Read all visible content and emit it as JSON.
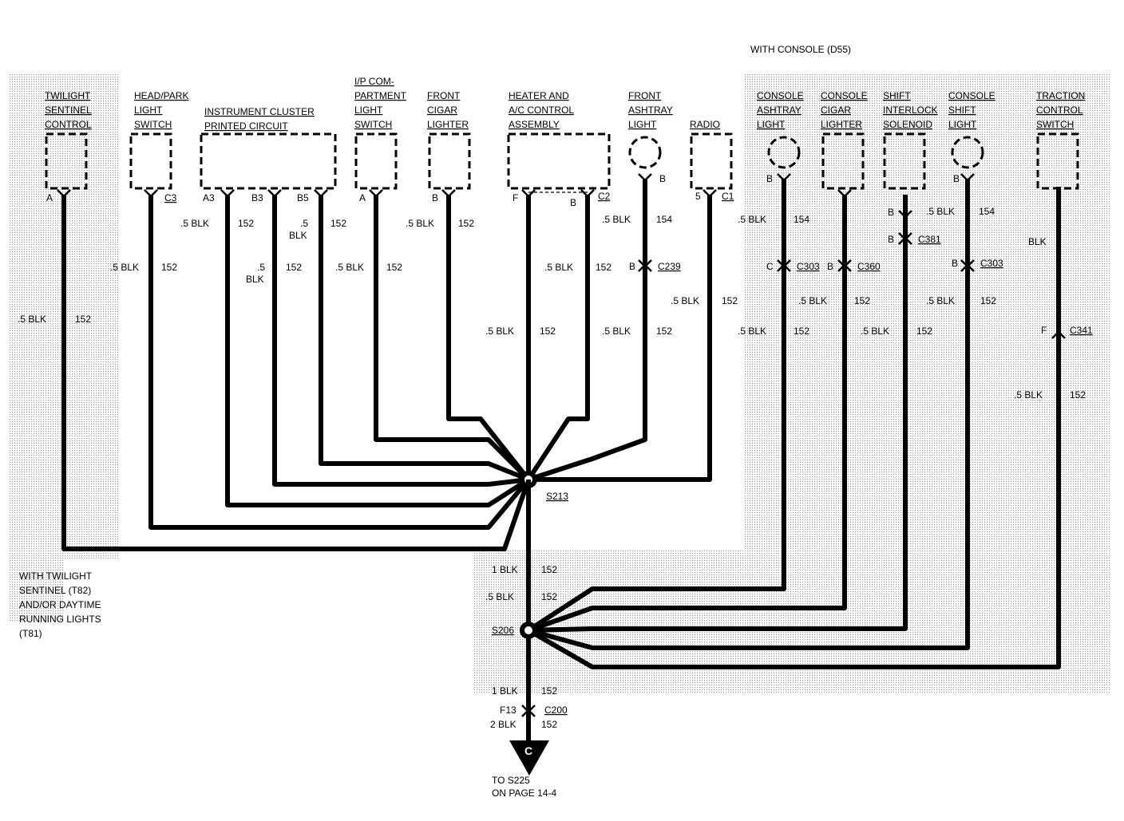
{
  "regions": {
    "console_label": "WITH CONSOLE (D55)",
    "twilight_note": [
      "WITH TWILIGHT",
      "SENTINEL (T82)",
      "AND/OR DAYTIME",
      "RUNNING LIGHTS",
      "(T81)"
    ]
  },
  "components": {
    "twilight": [
      "TWILIGHT",
      "SENTINEL",
      "CONTROL"
    ],
    "headpark": [
      "HEAD/PARK",
      "LIGHT",
      "SWITCH"
    ],
    "cluster": [
      "INSTRUMENT CLUSTER",
      "PRINTED CIRCUIT"
    ],
    "ipcomp": [
      "I/P COM-",
      "PARTMENT",
      "LIGHT",
      "SWITCH"
    ],
    "cigar": [
      "FRONT",
      "CIGAR",
      "LIGHTER"
    ],
    "heater": [
      "HEATER AND",
      "A/C CONTROL",
      "ASSEMBLY"
    ],
    "ashtray": [
      "FRONT",
      "ASHTRAY",
      "LIGHT"
    ],
    "radio": [
      "RADIO"
    ],
    "c_ashtray": [
      "CONSOLE",
      "ASHTRAY",
      "LIGHT"
    ],
    "c_cigar": [
      "CONSOLE",
      "CIGAR",
      "LIGHTER"
    ],
    "shift_solenoid": [
      "SHIFT",
      "INTERLOCK",
      "SOLENOID"
    ],
    "c_shift": [
      "CONSOLE",
      "SHIFT",
      "LIGHT"
    ],
    "traction": [
      "TRACTION",
      "CONTROL",
      "SWITCH"
    ]
  },
  "pins": {
    "twilight": "A",
    "headpark": "C3",
    "cl_a3": "A3",
    "cl_b3": "B3",
    "cl_b5": "B5",
    "ipcomp": "A",
    "cigar": "B",
    "heater_f": "F",
    "heater_b": "B",
    "heater_c2": "C2",
    "ashtray": "B",
    "radio_5": "5",
    "radio_c1": "C1",
    "c_ashtray": "B",
    "c_shift": "B"
  },
  "inline_connectors": {
    "c239": {
      "pin": "B",
      "id": "C239"
    },
    "c303a": {
      "pin": "C",
      "id": "C303"
    },
    "c360": {
      "pin": "B",
      "id": "C360"
    },
    "c381_in": "B",
    "c381": {
      "pin": "B",
      "id": "C381"
    },
    "c303b": {
      "pin": "B",
      "id": "C303"
    },
    "c341": {
      "pin": "F",
      "id": "C341"
    },
    "c200": {
      "pin": "F13",
      "id": "C200"
    }
  },
  "splices": {
    "s213": "S213",
    "s206": "S206"
  },
  "wires": {
    "blk05": ".5 BLK",
    "blk05a": ".5",
    "blk05b": "BLK",
    "blk": "BLK",
    "blk1": "1 BLK",
    "blk2": "2 BLK",
    "c152": "152",
    "c154": "154"
  },
  "terminal": {
    "letter": "C",
    "note": [
      "TO S225",
      "ON PAGE 14-4"
    ]
  }
}
